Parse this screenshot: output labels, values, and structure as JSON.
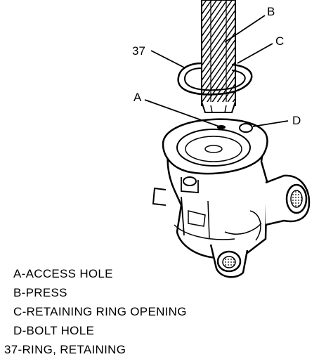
{
  "callouts": {
    "b": "B",
    "c": "C",
    "n37": "37",
    "a": "A",
    "d": "D"
  },
  "legend": {
    "items": [
      "A-ACCESS HOLE",
      "B-PRESS",
      "C-RETAINING RING OPENING",
      "D-BOLT HOLE",
      "37-RING, RETAINING"
    ]
  }
}
